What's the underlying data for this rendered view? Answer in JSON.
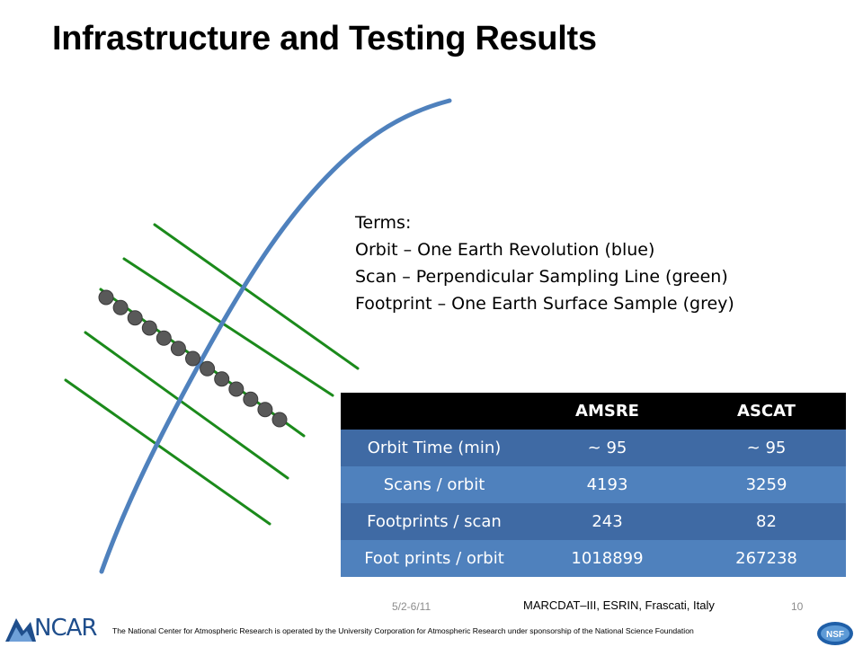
{
  "slide": {
    "title": "Infrastructure and Testing Results"
  },
  "terms": {
    "heading": "Terms:",
    "items": [
      "Orbit – One Earth Revolution (blue)",
      "Scan – Perpendicular Sampling Line (green)",
      "Footprint – One Earth Surface Sample (grey)"
    ]
  },
  "table": {
    "headers": [
      "",
      "AMSRE",
      "ASCAT"
    ],
    "rows": [
      [
        "Orbit Time (min)",
        "~ 95",
        "~ 95"
      ],
      [
        "Scans / orbit",
        "4193",
        "3259"
      ],
      [
        "Footprints / scan",
        "243",
        "82"
      ],
      [
        "Foot prints / orbit",
        "1018899",
        "267238"
      ]
    ]
  },
  "diagram": {
    "colors": {
      "orbit": "#4f81bd",
      "scan": "#1b8a1b",
      "footprint": "#595959"
    }
  },
  "footer": {
    "date": "5/2-6/11",
    "event": "MARCDAT–III, ESRIN, Frascati,  Italy",
    "page": "10",
    "disclaimer": "The National Center for Atmospheric Research is operated by the University Corporation for Atmospheric Research under sponsorship of the National Science Foundation",
    "ncar_logo_text": "NCAR",
    "nsf_logo_text": "NSF"
  },
  "theme": {
    "table_header_bg": "#000000",
    "table_row_dark": "#3f6aa4",
    "table_row_light": "#4f81bd"
  }
}
